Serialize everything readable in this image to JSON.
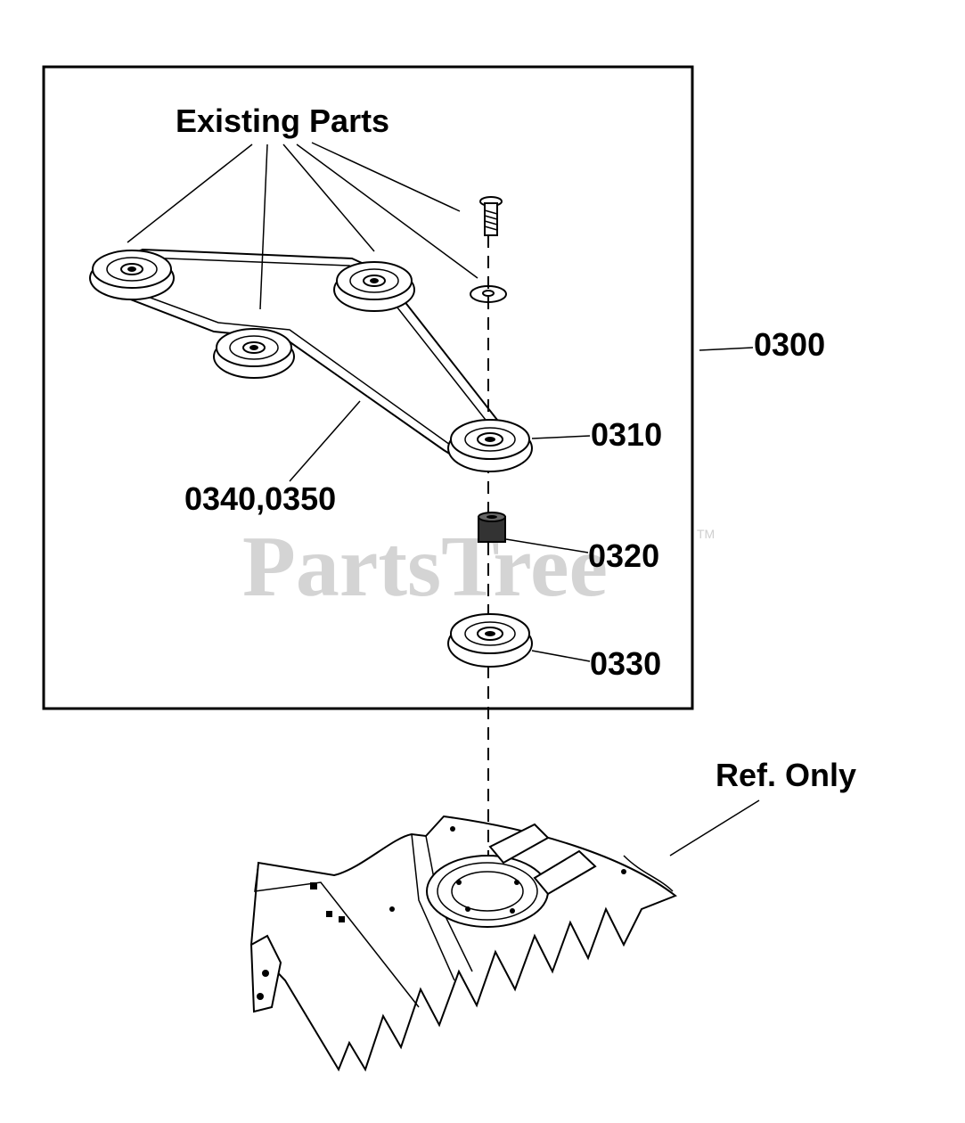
{
  "labels": {
    "existing_parts": "Existing Parts",
    "assembly": "0300",
    "idler_pulley": "0310",
    "spacer": "0320",
    "pulley": "0330",
    "belts": "0340,0350",
    "reference": "Ref. Only"
  },
  "watermark": {
    "text": "PartsTree",
    "trademark": "TM"
  }
}
